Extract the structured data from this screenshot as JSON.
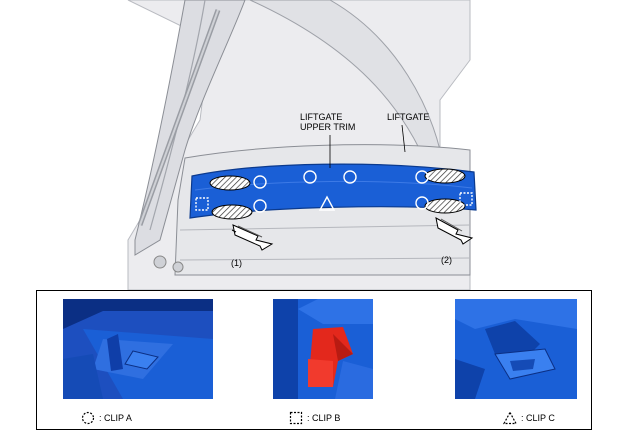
{
  "labels": {
    "upper_trim_line1": "LIFTGATE",
    "upper_trim_line2": "UPPER TRIM",
    "liftgate": "LIFTGATE",
    "step1": "(1)",
    "step2": "(2)"
  },
  "legend": {
    "clip_a": ": CLIP A",
    "clip_b": ": CLIP B",
    "clip_c": ": CLIP C"
  },
  "colors": {
    "trim_blue": "#1a5fd6",
    "clip_red": "#e3281c",
    "car_gray": "#e4e5e8",
    "outline": "#7d7f85"
  },
  "icons": [
    "clip-a-circle-icon",
    "clip-b-square-icon",
    "clip-c-triangle-icon",
    "removal-arrow-icon"
  ]
}
